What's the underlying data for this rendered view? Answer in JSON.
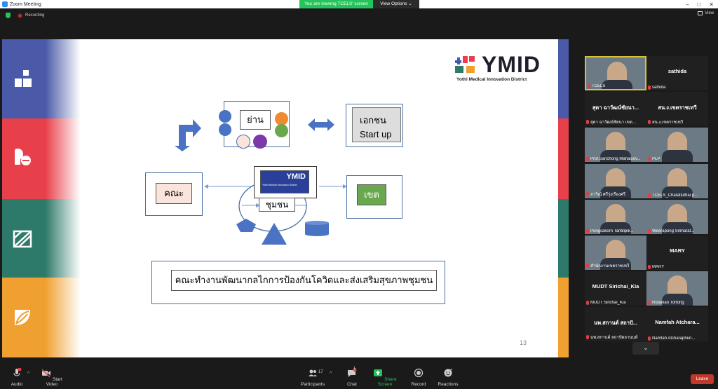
{
  "window": {
    "title": "Zoom Meeting"
  },
  "share_bar": {
    "viewing_label": "You are viewing TCELS' screen",
    "view_options_label": "View Options ⌄"
  },
  "status": {
    "recording_label": "Recording",
    "view_label": "View"
  },
  "slide": {
    "logo_text": "YMID",
    "logo_subtitle": "Yothi Medical Innovation District",
    "top_center": "ย่าน",
    "top_right_line1": "เอกชน",
    "top_right_line2": "Start up",
    "left_box": "คณะ",
    "right_box": "เขต",
    "center_label": "ชุมชน",
    "center_image_text": "YMID",
    "center_image_sub": "Yothi Medical Innovation District",
    "bottom_caption": "คณะทำงานพัฒนากลไกการป้องกันโควิดและส่งเสริมสุขภาพชุมชน",
    "page_number": "13"
  },
  "participants": [
    {
      "big": "",
      "name": "TCELS",
      "video": true
    },
    {
      "big": "sathida",
      "name": "sathida",
      "video": false
    },
    {
      "big": "สุดา ฉาวัฒน์ชัยนา...",
      "name": "สุดา ฉาวัฒน์ชัยนา เขต...",
      "video": false
    },
    {
      "big": "สน.ง.เขตราชเทวี",
      "name": "สน.ง.เขตราชเทวี",
      "video": false
    },
    {
      "big": "",
      "name": "Prof.Sanchong Mahaisov...",
      "video": true
    },
    {
      "big": "",
      "name": "PLP",
      "video": true
    },
    {
      "big": "",
      "name": "ภาวิณ์ ศรีรุ่งเรืองศรี",
      "video": true
    },
    {
      "big": "",
      "name": "TCELS_Charatluthai p...",
      "video": true
    },
    {
      "big": "",
      "name": "Pongsakorn Tantilipik...",
      "video": true
    },
    {
      "big": "",
      "name": "Weerapong Srimarat...",
      "video": true
    },
    {
      "big": "",
      "name": "สำนักงานเขตราชเทวี",
      "video": true
    },
    {
      "big": "MARY",
      "name": "MARY",
      "video": false
    },
    {
      "big": "MUDT Sirichai_Kia",
      "name": "MUDT Sirichai_Kia",
      "video": false
    },
    {
      "big": "",
      "name": "Rutainan Tortong",
      "video": true
    },
    {
      "big": "นพ.สกานต์ สถาปั...",
      "name": "นพ.สกานต์ สถาปัตยานนท์",
      "video": false
    },
    {
      "big": "Namfah Atchara...",
      "name": "Namfah Atcharaphun...",
      "video": false
    }
  ],
  "toolbar": {
    "audio": "Audio",
    "start_video": "Start Video",
    "participants": "Participants",
    "participants_count": "17",
    "chat": "Chat",
    "chat_badge": "1",
    "share_screen": "Share Screen",
    "record": "Record",
    "reactions": "Reactions",
    "leave": "Leave"
  },
  "colors": {
    "band_blue": "#4a5aa8",
    "band_red": "#e8404a",
    "band_green": "#2e7a6a",
    "band_orange": "#f0a030",
    "share_green": "#23c45a"
  }
}
